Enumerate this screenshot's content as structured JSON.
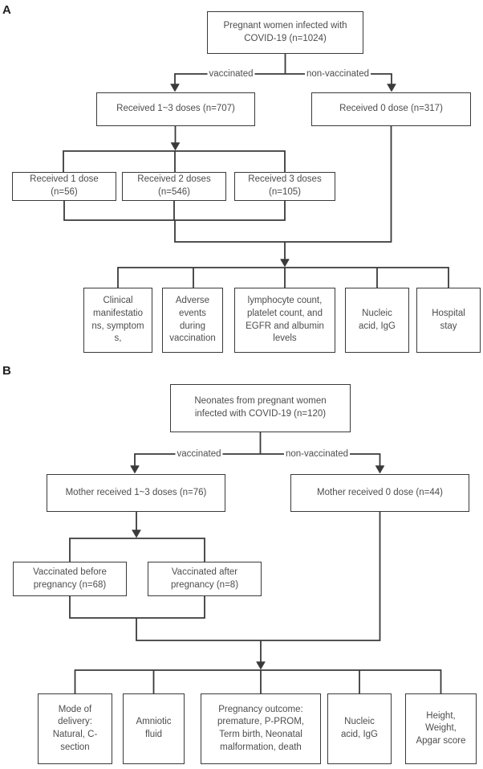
{
  "colors": {
    "line": "#3a3a3a",
    "text": "#4d4d4d",
    "background": "#ffffff"
  },
  "panel_a": {
    "label": "A",
    "root": "Pregnant women infected with\nCOVID-19 (n=1024)",
    "branch_vaccinated_label": "vaccinated",
    "branch_nonvaccinated_label": "non-vaccinated",
    "vaccinated_box": "Received 1~3 doses (n=707)",
    "nonvaccinated_box": "Received 0 dose (n=317)",
    "dose_1": "Received 1 dose\n(n=56)",
    "dose_2": "Received 2 doses\n(n=546)",
    "dose_3": "Received 3 doses\n(n=105)",
    "outcome_clinical": "Clinical\nmanifestatio\nns, symptom\ns,",
    "outcome_adverse": "Adverse\nevents\nduring\nvaccination",
    "outcome_labs": "lymphocyte count,\nplatelet count, and\nEGFR and albumin\nlevels",
    "outcome_nucleic": "Nucleic\nacid, IgG",
    "outcome_hospital": "Hospital\nstay"
  },
  "panel_b": {
    "label": "B",
    "root": "Neonates from pregnant women\ninfected with COVID-19 (n=120)",
    "branch_vaccinated_label": "vaccinated",
    "branch_nonvaccinated_label": "non-vaccinated",
    "vaccinated_box": "Mother received 1~3 doses (n=76)",
    "nonvaccinated_box": "Mother received 0 dose (n=44)",
    "before_box": "Vaccinated before\npregnancy (n=68)",
    "after_box": "Vaccinated after\npregnancy (n=8)",
    "outcome_delivery": "Mode of\ndelivery:\nNatural, C-\nsection",
    "outcome_amniotic": "Amniotic\nfluid",
    "outcome_pregnancy": "Pregnancy outcome:\npremature, P-PROM,\nTerm birth, Neonatal\nmalformation, death",
    "outcome_nucleic": "Nucleic\nacid, IgG",
    "outcome_height": "Height,\nWeight,\nApgar score"
  }
}
